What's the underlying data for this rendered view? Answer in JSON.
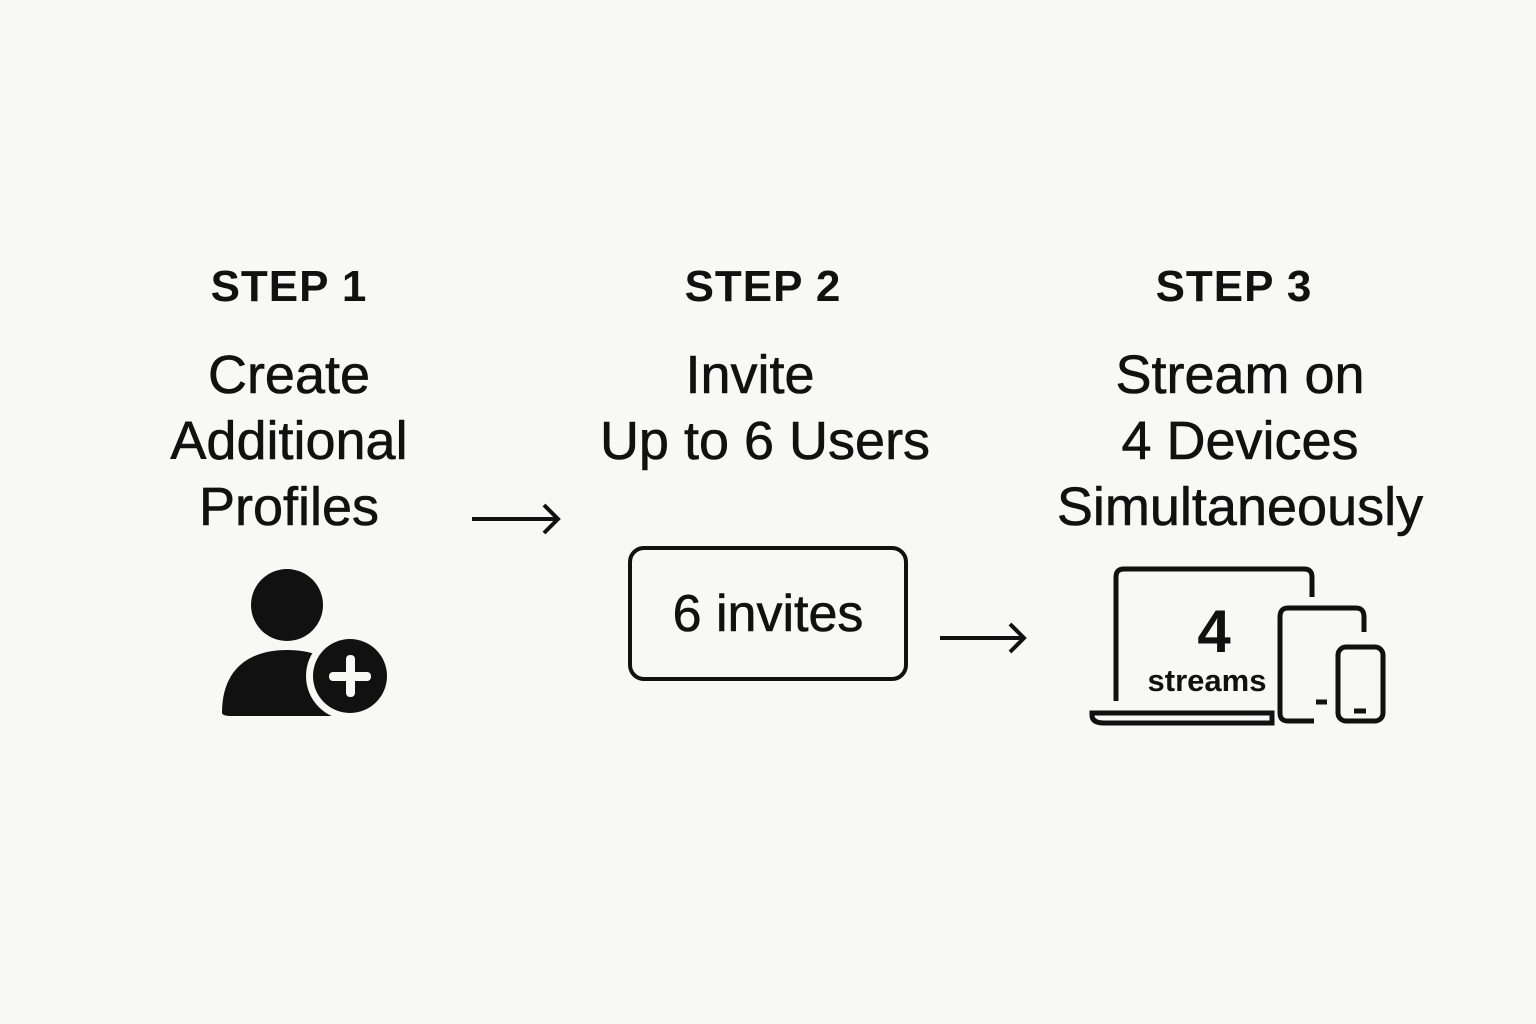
{
  "steps": [
    {
      "label": "STEP 1",
      "title_lines": [
        "Create",
        "Additional",
        "Profiles"
      ],
      "icon": "user-add-icon"
    },
    {
      "label": "STEP 2",
      "title_lines": [
        "Invite",
        "Up to 6 Users"
      ],
      "badge": "6 invites"
    },
    {
      "label": "STEP 3",
      "title_lines": [
        "Stream on",
        "4 Devices",
        "Simultaneously"
      ],
      "streams_count": "4",
      "streams_label": "streams",
      "icon": "devices-icon"
    }
  ],
  "arrows": [
    "arrow-right-icon",
    "arrow-right-icon"
  ],
  "colors": {
    "background": "#f8f8f7",
    "foreground": "#111111"
  }
}
